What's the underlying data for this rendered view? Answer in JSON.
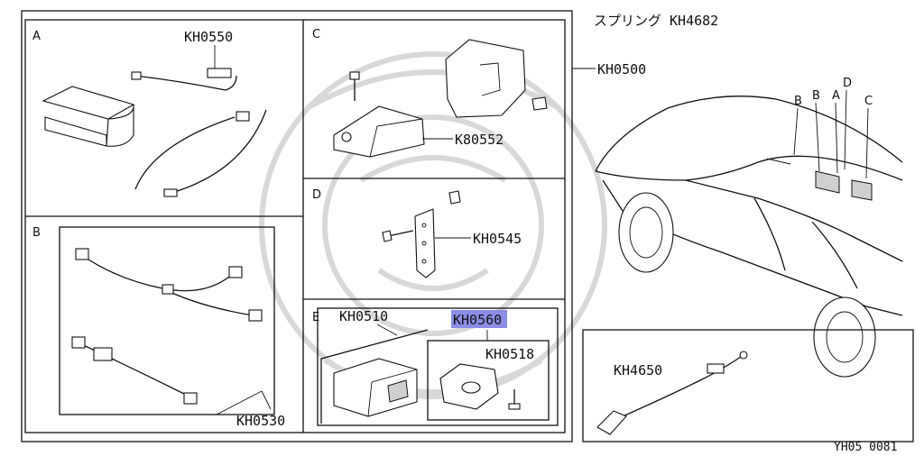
{
  "diagram": {
    "sections": {
      "a": {
        "letter": "A",
        "part": "KH0550"
      },
      "b": {
        "letter": "B",
        "part": "KH0530"
      },
      "c": {
        "letter": "C",
        "part": "K80552"
      },
      "d": {
        "letter": "D",
        "part": "KH0545"
      },
      "e": {
        "letter": "E",
        "part_housing": "KH0510",
        "part_highlighted": "KH0560",
        "part_pad": "KH0518"
      }
    },
    "outer_parts": {
      "spring": "スプリング KH4682",
      "assembly": "KH0500",
      "cable": "KH4650"
    },
    "car_callouts": [
      "B",
      "B",
      "A",
      "D",
      "C"
    ],
    "highlight_color": "#8a8ee6",
    "footer_code": "YH05  0081"
  }
}
